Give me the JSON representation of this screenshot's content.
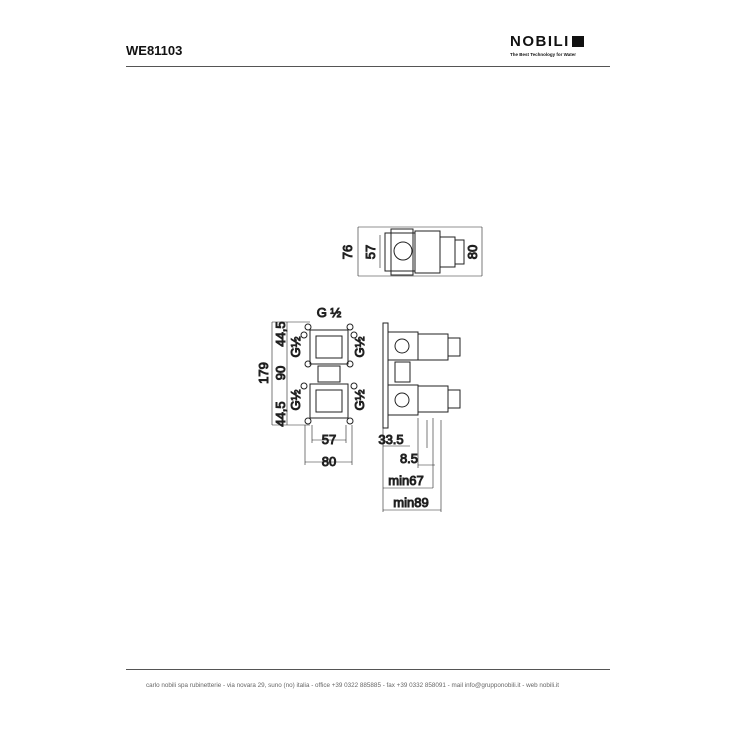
{
  "header": {
    "product_code": "WE81103",
    "brand": "NOBILI",
    "tagline": "The Best Technology for Water"
  },
  "top_view": {
    "dims": [
      "76",
      "57",
      "80"
    ]
  },
  "front_view": {
    "dims": {
      "overall_height": "179",
      "top": "44,5",
      "middle": "90",
      "bottom": "44,5",
      "inner_width": "57",
      "outer_width": "80",
      "thread_top": "G ½",
      "thread_left_upper": "G½",
      "thread_right_upper": "G½",
      "thread_left_lower": "G½",
      "thread_right_lower": "G½"
    }
  },
  "side_view": {
    "dims": [
      "33.5",
      "8.5",
      "min67",
      "min89"
    ]
  },
  "footer": {
    "text": "carlo nobili spa rubinetterie - via novara 29, suno (no) italia - office +39 0322 885885 - fax +39 0332 858091 - mail info@grupponobili.it - web nobili.it"
  }
}
